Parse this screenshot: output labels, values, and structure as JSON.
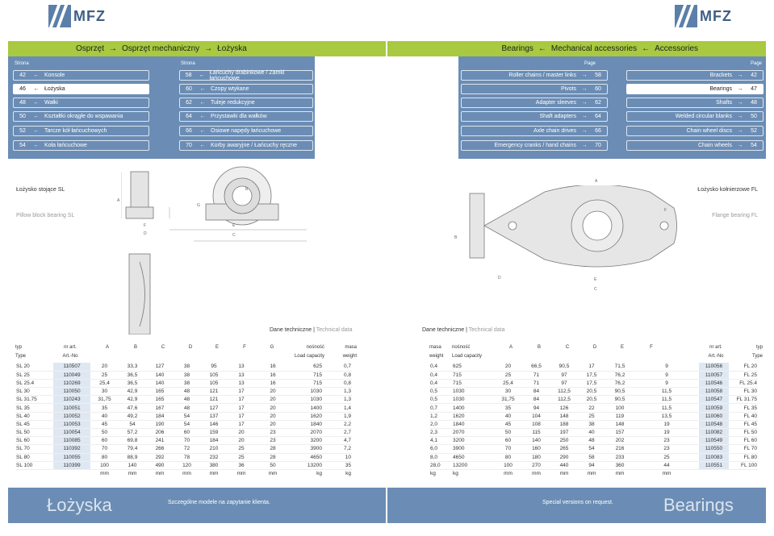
{
  "logo_text": "MFZ",
  "header_left": {
    "items": [
      "Osprzęt",
      "Osprzęt mechaniczny",
      "Łożyska"
    ],
    "arrow": "→"
  },
  "header_right": {
    "items": [
      "Bearings",
      "Mechanical accessories",
      "Accessories"
    ],
    "arrow": "←"
  },
  "nav": {
    "col_label_pl": "Strona",
    "col_label_en": "Page",
    "left1": [
      {
        "num": "42",
        "label": "Konsole"
      },
      {
        "num": "46",
        "label": "Łożyska",
        "active": true
      },
      {
        "num": "48",
        "label": "Wałki"
      },
      {
        "num": "50",
        "label": "Kształtki okrągłe do wspawania"
      },
      {
        "num": "52",
        "label": "Tarcze kół łańcuchowych"
      },
      {
        "num": "54",
        "label": "Koła łańcuchowe"
      }
    ],
    "left2": [
      {
        "num": "58",
        "label": "Łańcuchy drabinkowe / Zamki łańcuchowe"
      },
      {
        "num": "60",
        "label": "Czopy wtykane"
      },
      {
        "num": "62",
        "label": "Tuleje redukcyjne"
      },
      {
        "num": "64",
        "label": "Przystawki dla wałków"
      },
      {
        "num": "66",
        "label": "Osiowe napędy łańcuchowe"
      },
      {
        "num": "70",
        "label": "Korby awaryjne / Łańcuchy ręczne"
      }
    ],
    "right1": [
      {
        "num": "58",
        "label": "Roller chains / master links"
      },
      {
        "num": "60",
        "label": "Pivots"
      },
      {
        "num": "62",
        "label": "Adapter sleeves"
      },
      {
        "num": "64",
        "label": "Shaft adapters"
      },
      {
        "num": "66",
        "label": "Axle chain drives"
      },
      {
        "num": "70",
        "label": "Emergency cranks / hand chains"
      }
    ],
    "right2": [
      {
        "num": "42",
        "label": "Brackets"
      },
      {
        "num": "47",
        "label": "Bearings",
        "active": true
      },
      {
        "num": "48",
        "label": "Shafts"
      },
      {
        "num": "50",
        "label": "Welded circular blanks"
      },
      {
        "num": "52",
        "label": "Chain wheel discs"
      },
      {
        "num": "54",
        "label": "Chain wheels"
      }
    ],
    "arrow_left": "←",
    "arrow_right": "→"
  },
  "diagrams": {
    "sl_title": "Łożysko stojące SL",
    "sl_sub": "Pillow block bearing SL",
    "fl_title": "Łożysko kołnierzowe FL",
    "fl_sub": "Flange bearing FL",
    "sl_dims": [
      "A",
      "B",
      "C",
      "D",
      "E",
      "F",
      "G"
    ],
    "fl_dims": [
      "A",
      "B",
      "C",
      "D",
      "E",
      "F"
    ]
  },
  "tech_left": {
    "title": "Dane techniczne",
    "sub": "Technical data"
  },
  "tech_right": {
    "title": "Dane techniczne",
    "sub": "Technical data"
  },
  "sl_table": {
    "headers": [
      "typ",
      "nr art.",
      "A",
      "B",
      "C",
      "D",
      "E",
      "F",
      "G",
      "nośność",
      "masa"
    ],
    "headers_en": [
      "Type",
      "Art.-No",
      "",
      "",
      "",
      "",
      "",
      "",
      "",
      "Load capacity",
      "weight"
    ],
    "rows": [
      [
        "SL 20",
        "110507",
        "20",
        "33,3",
        "127",
        "38",
        "95",
        "13",
        "16",
        "625",
        "0,7"
      ],
      [
        "SL 25",
        "110049",
        "25",
        "36,5",
        "140",
        "38",
        "105",
        "13",
        "16",
        "715",
        "0,8"
      ],
      [
        "SL 25.4",
        "110269",
        "25,4",
        "36,5",
        "140",
        "38",
        "105",
        "13",
        "16",
        "715",
        "0,8"
      ],
      [
        "SL 30",
        "110050",
        "30",
        "42,9",
        "165",
        "48",
        "121",
        "17",
        "20",
        "1030",
        "1,3"
      ],
      [
        "SL 31.75",
        "110243",
        "31,75",
        "42,9",
        "165",
        "48",
        "121",
        "17",
        "20",
        "1030",
        "1,3"
      ],
      [
        "SL 35",
        "110051",
        "35",
        "47,6",
        "167",
        "48",
        "127",
        "17",
        "20",
        "1400",
        "1,4"
      ],
      [
        "SL 40",
        "110052",
        "40",
        "49,2",
        "184",
        "54",
        "137",
        "17",
        "20",
        "1620",
        "1,9"
      ],
      [
        "SL 45",
        "110053",
        "45",
        "54",
        "190",
        "54",
        "146",
        "17",
        "20",
        "1840",
        "2,2"
      ],
      [
        "SL 50",
        "110054",
        "50",
        "57,2",
        "206",
        "60",
        "159",
        "20",
        "23",
        "2070",
        "2,7"
      ],
      [
        "SL 60",
        "110085",
        "60",
        "69,8",
        "241",
        "70",
        "184",
        "20",
        "23",
        "3200",
        "4,7"
      ],
      [
        "SL 70",
        "110392",
        "70",
        "79,4",
        "266",
        "72",
        "210",
        "25",
        "28",
        "3900",
        "7,2"
      ],
      [
        "SL 80",
        "110055",
        "80",
        "88,9",
        "292",
        "78",
        "232",
        "25",
        "28",
        "4650",
        "10"
      ],
      [
        "SL 100",
        "110399",
        "100",
        "140",
        "490",
        "120",
        "380",
        "36",
        "50",
        "13200",
        "35"
      ]
    ],
    "units": [
      "",
      "",
      "mm",
      "mm",
      "mm",
      "mm",
      "mm",
      "mm",
      "mm",
      "kg",
      "kg"
    ]
  },
  "fl_table": {
    "headers": [
      "masa",
      "nośność",
      "A",
      "B",
      "C",
      "D",
      "E",
      "F",
      "nr art.",
      "typ"
    ],
    "headers_en": [
      "weight",
      "Load capacity",
      "",
      "",
      "",
      "",
      "",
      "",
      "Art.-No",
      "Type"
    ],
    "rows": [
      [
        "0,4",
        "625",
        "20",
        "66,5",
        "90,5",
        "17",
        "71,5",
        "9",
        "110056",
        "FL 20"
      ],
      [
        "0,4",
        "715",
        "25",
        "71",
        "97",
        "17,5",
        "76,2",
        "9",
        "110057",
        "FL 25"
      ],
      [
        "0,4",
        "715",
        "25,4",
        "71",
        "97",
        "17,5",
        "76,2",
        "9",
        "110546",
        "FL 25.4"
      ],
      [
        "0,5",
        "1030",
        "30",
        "84",
        "112,5",
        "20,5",
        "90,5",
        "11,5",
        "110058",
        "FL 30"
      ],
      [
        "0,5",
        "1030",
        "31,75",
        "84",
        "112,5",
        "20,5",
        "90,5",
        "11,5",
        "110547",
        "FL 31.75"
      ],
      [
        "0,7",
        "1400",
        "35",
        "94",
        "126",
        "22",
        "100",
        "11,5",
        "110059",
        "FL 35"
      ],
      [
        "1,2",
        "1620",
        "40",
        "104",
        "148",
        "25",
        "119",
        "13,5",
        "110060",
        "FL 40"
      ],
      [
        "2,0",
        "1840",
        "45",
        "108",
        "188",
        "38",
        "148",
        "19",
        "110548",
        "FL 45"
      ],
      [
        "2,3",
        "2070",
        "50",
        "115",
        "197",
        "40",
        "157",
        "19",
        "110082",
        "FL 50"
      ],
      [
        "4,1",
        "3200",
        "60",
        "140",
        "250",
        "48",
        "202",
        "23",
        "110549",
        "FL 60"
      ],
      [
        "6,0",
        "3900",
        "70",
        "160",
        "265",
        "54",
        "216",
        "23",
        "110550",
        "FL 70"
      ],
      [
        "8,0",
        "4650",
        "80",
        "180",
        "290",
        "58",
        "233",
        "25",
        "110083",
        "FL 80"
      ],
      [
        "28,0",
        "13200",
        "100",
        "270",
        "440",
        "94",
        "360",
        "44",
        "110551",
        "FL 100"
      ]
    ],
    "units": [
      "kg",
      "kg",
      "mm",
      "mm",
      "mm",
      "mm",
      "mm",
      "mm",
      "",
      ""
    ]
  },
  "footer": {
    "left_word": "Łożyska",
    "left_note": "Szczególne modele na zapytanie klienta.",
    "right_note": "Special versions on request.",
    "right_word": "Bearings"
  },
  "colors": {
    "green": "#a8c940",
    "blue": "#6b8db5",
    "artno_bg": "#dfe8f2"
  }
}
